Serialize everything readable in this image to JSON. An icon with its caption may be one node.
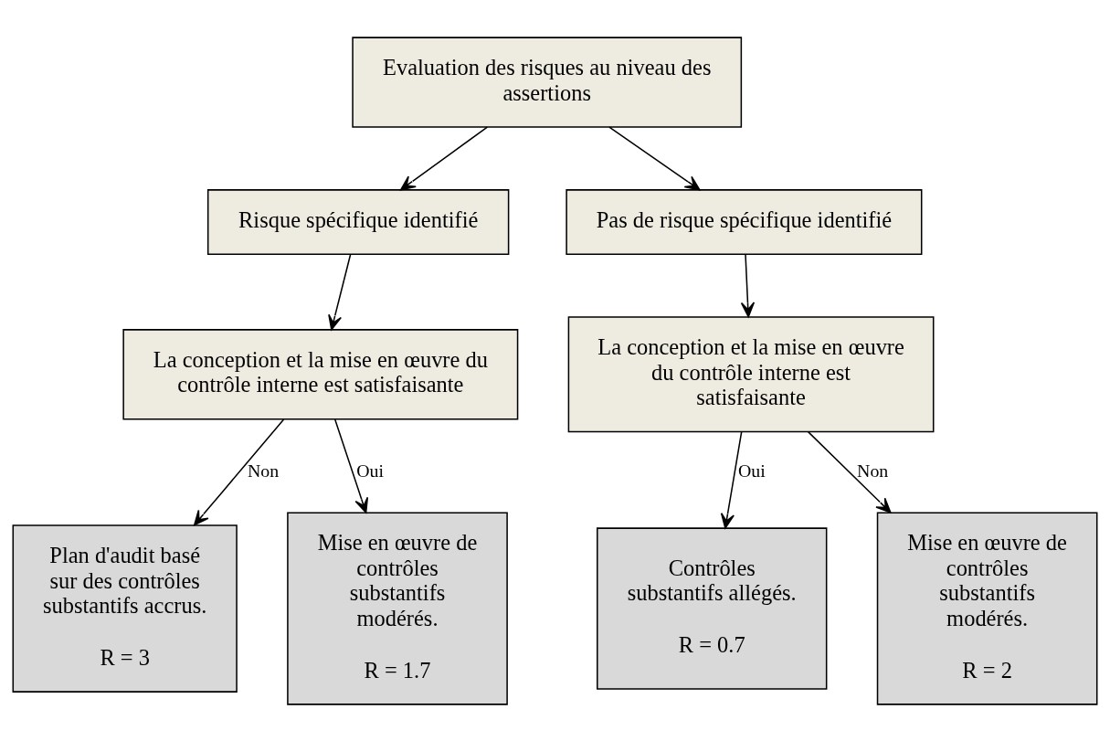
{
  "diagram": {
    "nodes": [
      {
        "text": [
          "Evaluation des risques au niveau des assertions"
        ]
      },
      {
        "text": [
          "Risque spécifique identifié"
        ]
      },
      {
        "text": [
          "Pas de risque spécifique identifié"
        ]
      },
      {
        "text": [
          "La conception et la mise en œuvre du contrôle interne est satisfaisante"
        ]
      },
      {
        "text": [
          "La conception et la mise en œuvre du contrôle interne est satisfaisante"
        ]
      },
      {
        "text": [
          "Plan d'audit basé sur des contrôles substantifs accrus.",
          "R = 3"
        ]
      },
      {
        "text": [
          "Mise en œuvre de contrôles substantifs modérés.",
          "R = 1.7"
        ]
      },
      {
        "text": [
          "Contrôles substantifs allégés.",
          "R = 0.7"
        ]
      },
      {
        "text": [
          "Mise en œuvre de contrôles substantifs modérés.",
          "R = 2"
        ]
      }
    ],
    "edges": [
      {
        "from": 0,
        "to": 1,
        "arrow": "to"
      },
      {
        "from": 0,
        "to": 2,
        "arrow": "to"
      },
      {
        "from": 1,
        "to": 3,
        "arrow": "to"
      },
      {
        "from": 2,
        "to": 4,
        "arrow": "to"
      },
      {
        "from": 3,
        "to": 5,
        "arrow": "to",
        "label": "Non"
      },
      {
        "from": 3,
        "to": 6,
        "arrow": "to",
        "label": "Oui"
      },
      {
        "from": 4,
        "to": 7,
        "arrow": "to",
        "label": "Oui"
      },
      {
        "from": 4,
        "to": 8,
        "arrow": "to",
        "label": "Non"
      }
    ]
  }
}
